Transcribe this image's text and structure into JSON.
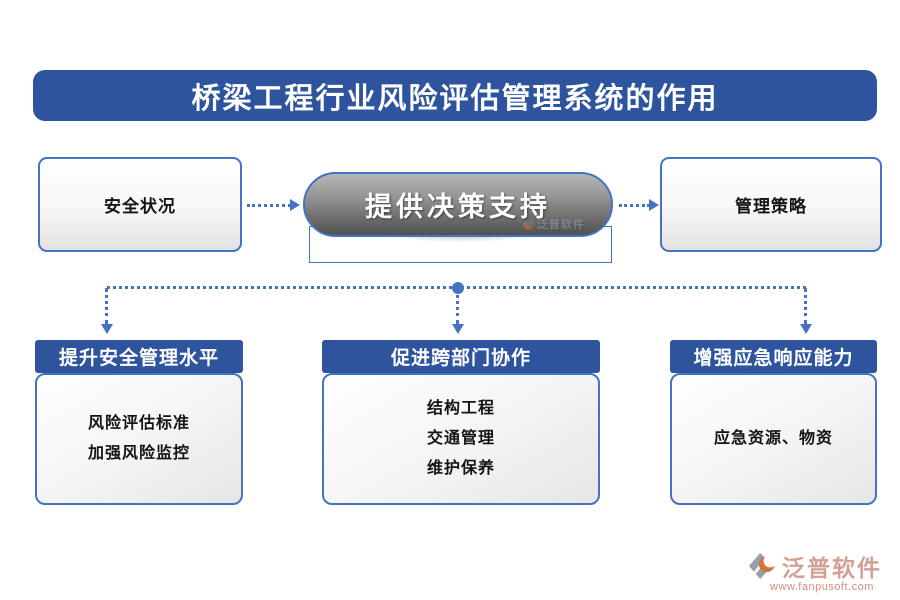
{
  "page": {
    "title": "桥梁工程行业风险评估管理系统的作用"
  },
  "flow": {
    "input_box": {
      "label": "安全状况"
    },
    "center_capsule": {
      "label": "提供决策支持"
    },
    "output_box": {
      "label": "管理策略"
    }
  },
  "benefit_cards": [
    {
      "header": "提升安全管理水平",
      "lines": [
        "风险评估标准",
        "加强风险监控"
      ]
    },
    {
      "header": "促进跨部门协作",
      "lines": [
        "结构工程",
        "交通管理",
        "维护保养"
      ]
    },
    {
      "header": "增强应急响应能力",
      "lines": [
        "应急资源、物资"
      ]
    }
  ],
  "capsule_watermark": {
    "brand": "泛普软件"
  },
  "footer_logo": {
    "brand": "泛普软件",
    "url": "www.fanpusoft.com"
  },
  "colors": {
    "banner_blue": "#2e549e",
    "connector_blue": "#4472c4",
    "capsule_gray_top": "#b6b6b6",
    "capsule_gray_bottom": "#515151",
    "logo_orange": "#d9713e",
    "logo_gray": "#97a0ab",
    "logo_text": "#d5a093"
  }
}
